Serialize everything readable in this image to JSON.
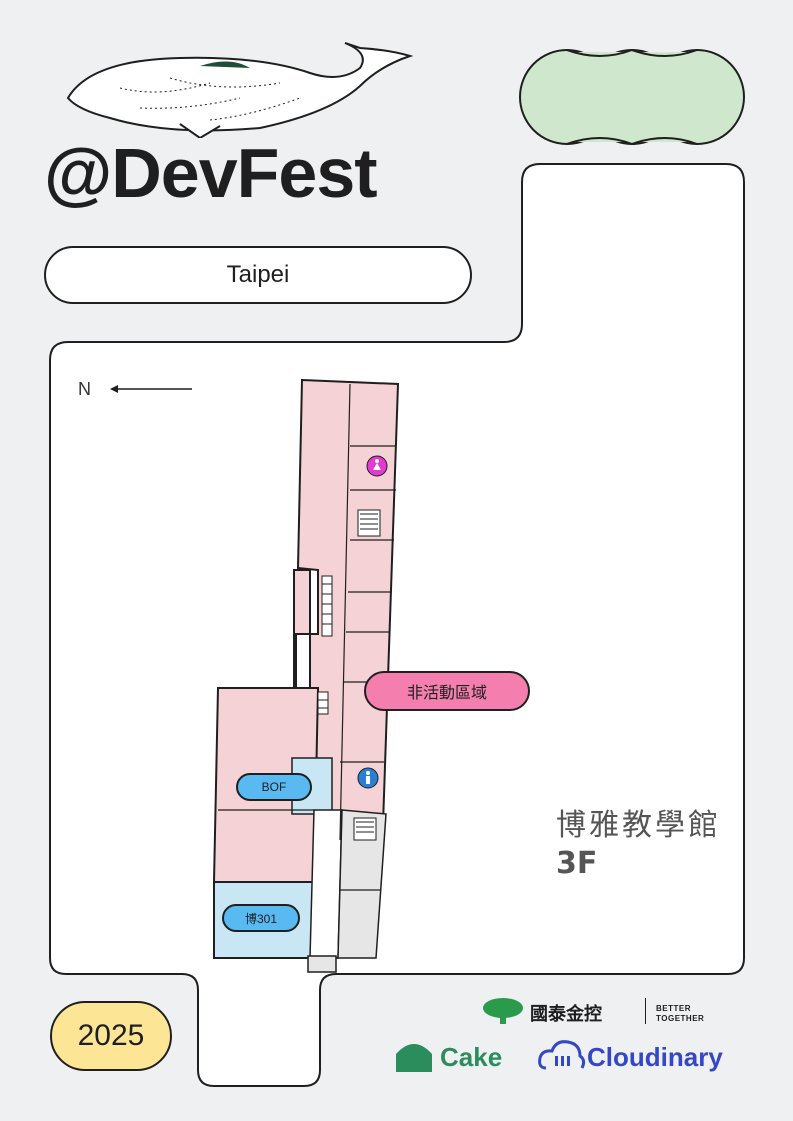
{
  "header": {
    "title": "@DevFest",
    "city": "Taipei",
    "year": "2025"
  },
  "map": {
    "north_label": "N",
    "building_name": "博雅教學館",
    "floor": "3F",
    "rooms": [
      {
        "label": "BOF",
        "color": "#59b9f1"
      },
      {
        "label": "博301",
        "color": "#59b9f1"
      }
    ],
    "inactive_area_label": "非活動區域",
    "colors": {
      "active_area": "#f4d2d6",
      "room_blue": "#c8e6f4",
      "corridor": "#e6e6e6",
      "inactive_pill": "#f47fae",
      "restroom_female": "#e13ccf",
      "restroom_male": "#2a7fd4"
    },
    "icons": [
      "restroom-female-icon",
      "restroom-male-icon",
      "stairs-icon",
      "north-arrow-icon"
    ]
  },
  "sponsors": {
    "cathay_name": "國泰金控",
    "cathay_slogan_line1": "BETTER",
    "cathay_slogan_line2": "TOGETHER",
    "cake": "Cake",
    "cloudinary": "Cloudinary"
  },
  "decor": {
    "whale_illustration": "whale-icon",
    "circles_color": "#cfe7cc"
  }
}
